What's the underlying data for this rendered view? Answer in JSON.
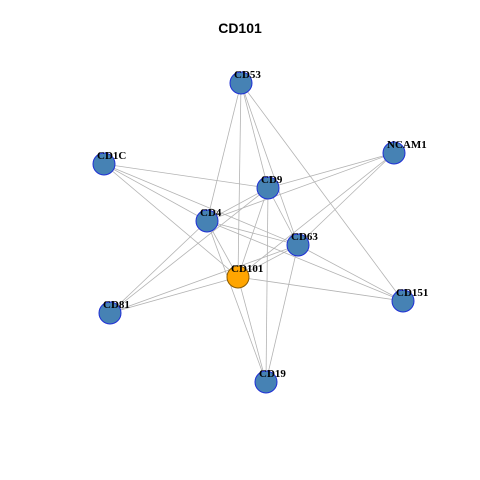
{
  "title": "CD101",
  "colors": {
    "node_fill": "#4682b4",
    "node_stroke": "#1f2fd6",
    "focus_fill": "#ffa500",
    "focus_stroke": "#8a5a00",
    "edge": "#b3b3b3"
  },
  "focus_node": "CD101",
  "nodes": [
    "CD53",
    "NCAM1",
    "CD1C",
    "CD9",
    "CD4",
    "CD63",
    "CD101",
    "CD81",
    "CD151",
    "CD19"
  ],
  "edges": [
    [
      "CD53",
      "CD9"
    ],
    [
      "CD53",
      "CD4"
    ],
    [
      "CD53",
      "CD63"
    ],
    [
      "CD53",
      "CD101"
    ],
    [
      "CD53",
      "CD151"
    ],
    [
      "NCAM1",
      "CD9"
    ],
    [
      "NCAM1",
      "CD4"
    ],
    [
      "NCAM1",
      "CD63"
    ],
    [
      "NCAM1",
      "CD101"
    ],
    [
      "CD1C",
      "CD9"
    ],
    [
      "CD1C",
      "CD4"
    ],
    [
      "CD1C",
      "CD63"
    ],
    [
      "CD1C",
      "CD101"
    ],
    [
      "CD9",
      "CD4"
    ],
    [
      "CD9",
      "CD63"
    ],
    [
      "CD9",
      "CD101"
    ],
    [
      "CD9",
      "CD81"
    ],
    [
      "CD9",
      "CD19"
    ],
    [
      "CD4",
      "CD63"
    ],
    [
      "CD4",
      "CD101"
    ],
    [
      "CD4",
      "CD81"
    ],
    [
      "CD4",
      "CD151"
    ],
    [
      "CD4",
      "CD19"
    ],
    [
      "CD63",
      "CD101"
    ],
    [
      "CD63",
      "CD81"
    ],
    [
      "CD63",
      "CD151"
    ],
    [
      "CD63",
      "CD19"
    ],
    [
      "CD101",
      "CD151"
    ],
    [
      "CD101",
      "CD81"
    ],
    [
      "CD101",
      "CD19"
    ]
  ]
}
